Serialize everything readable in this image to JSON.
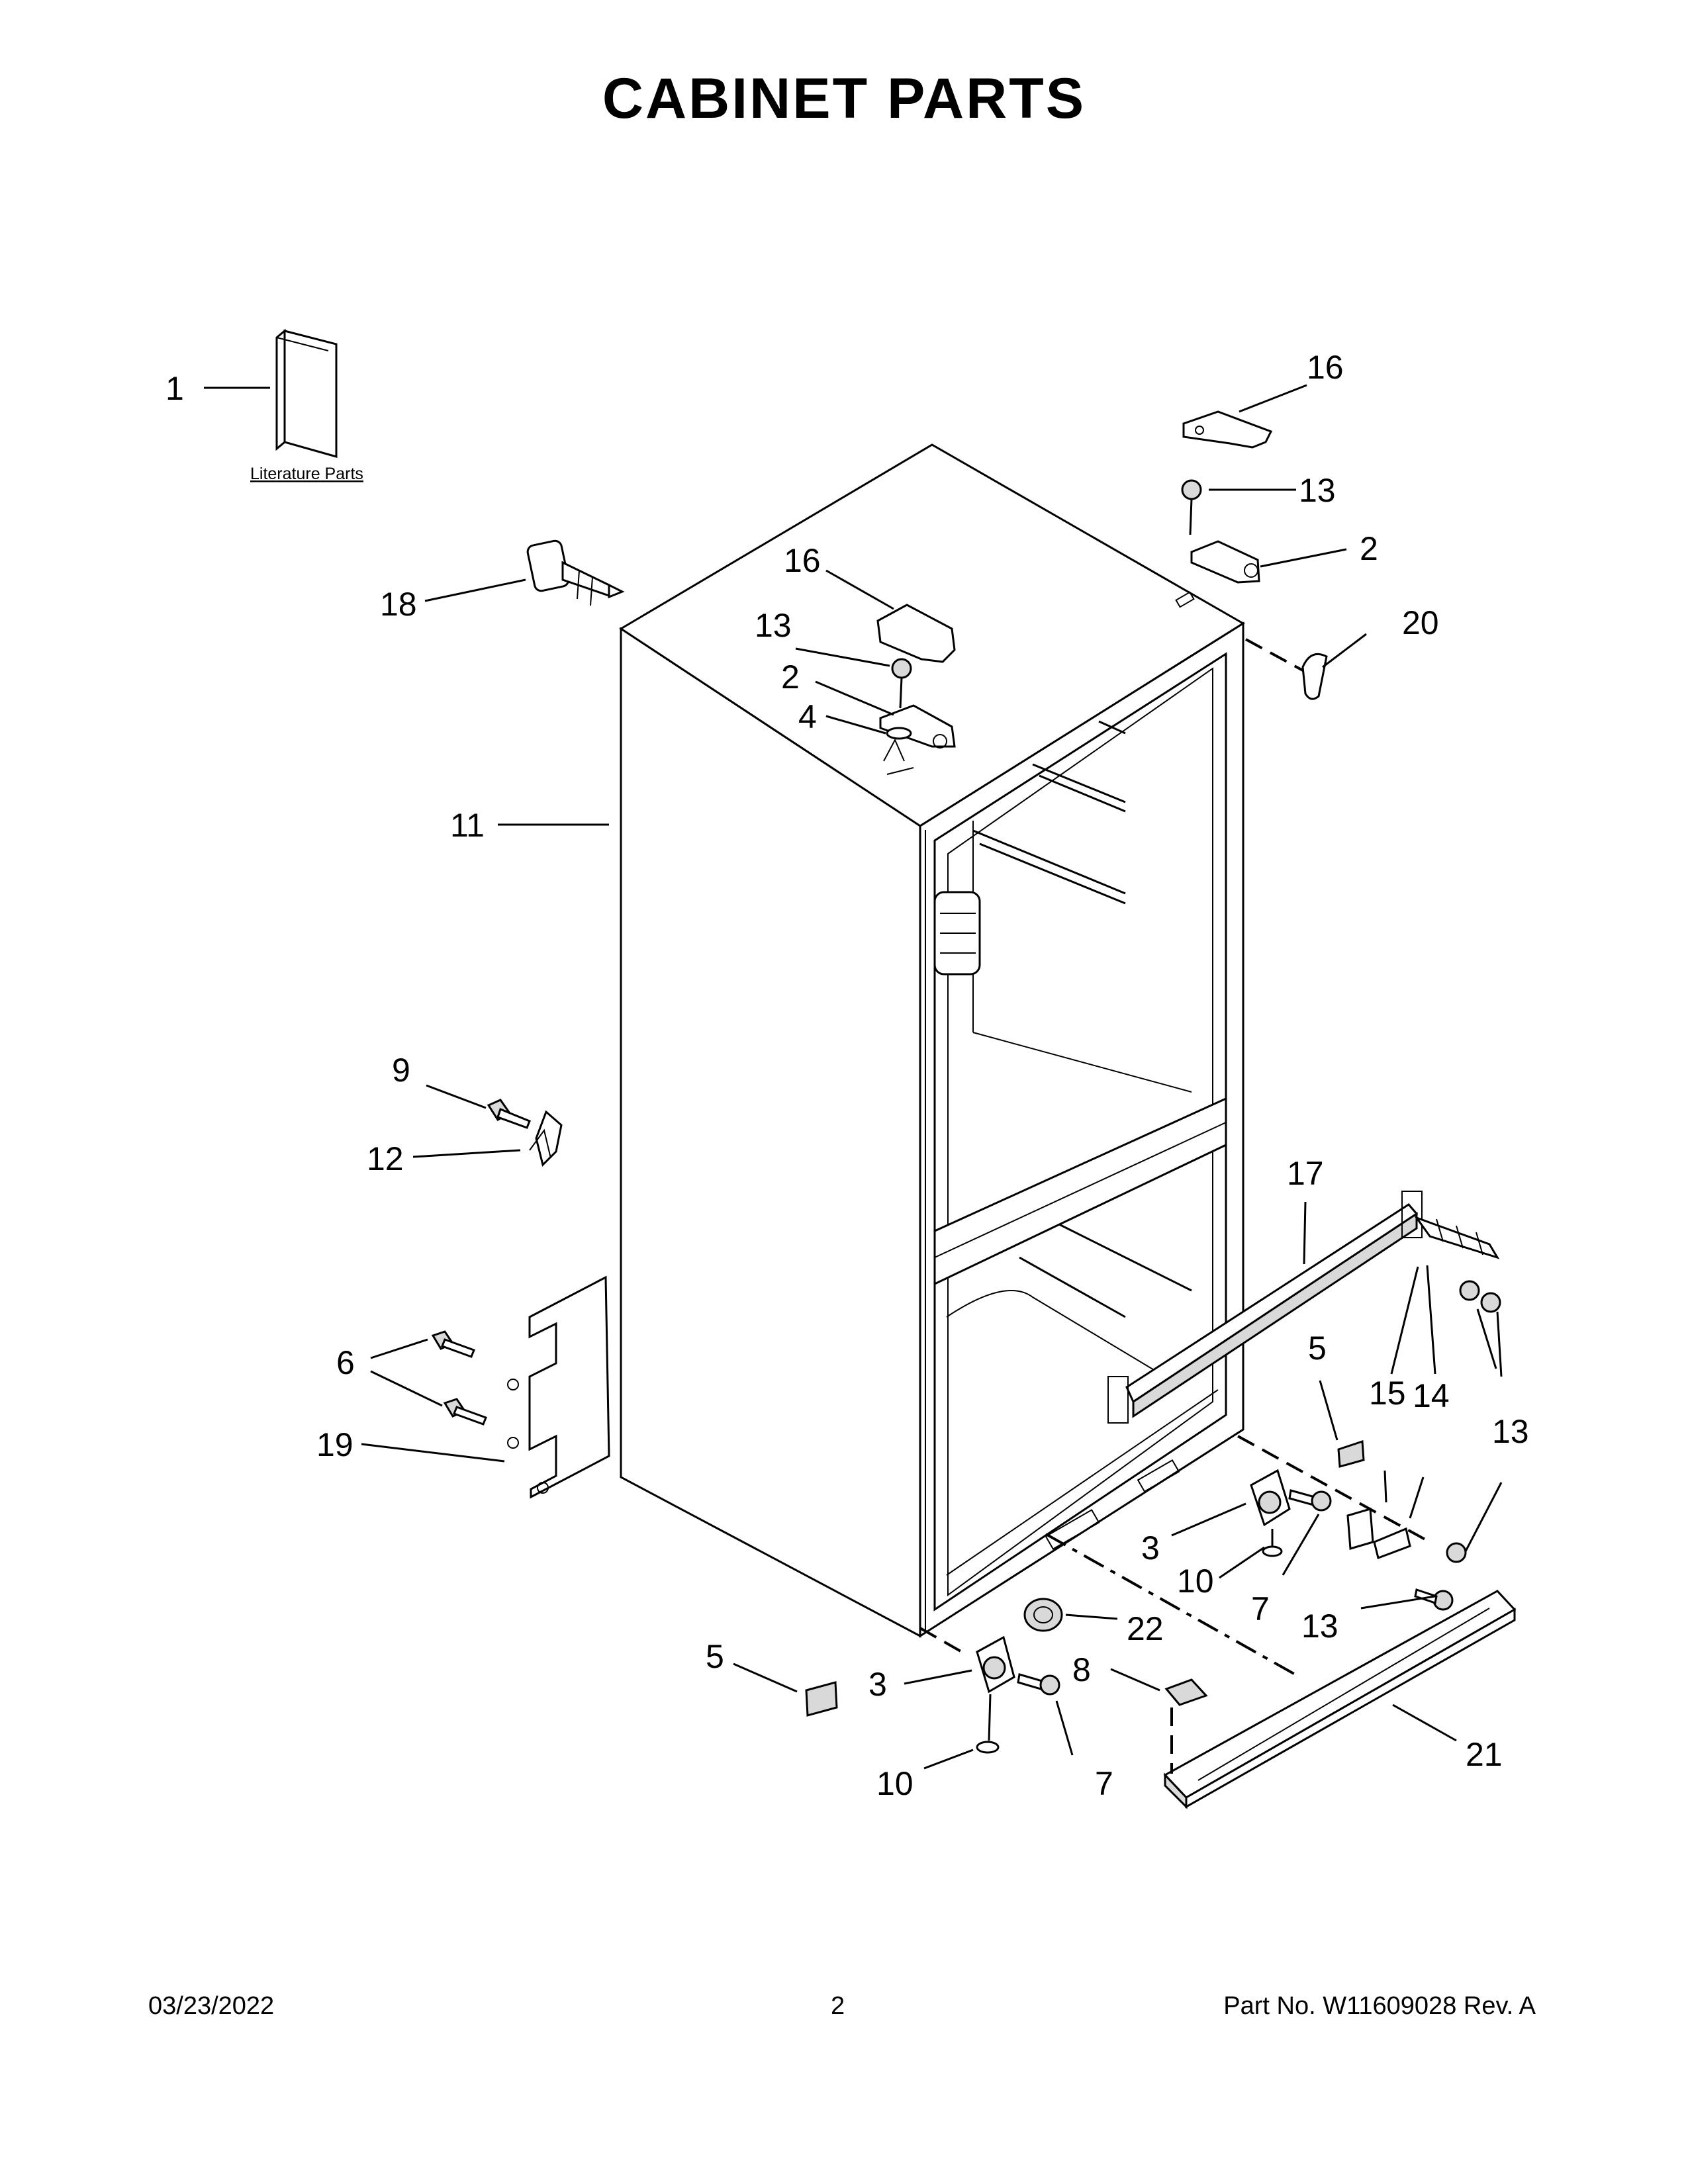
{
  "title": "CABINET PARTS",
  "literature_label": "Literature Parts",
  "callouts": [
    {
      "id": "c1",
      "label": "1"
    },
    {
      "id": "c16a",
      "label": "16"
    },
    {
      "id": "c13a",
      "label": "13"
    },
    {
      "id": "c2a",
      "label": "2"
    },
    {
      "id": "c20",
      "label": "20"
    },
    {
      "id": "c18",
      "label": "18"
    },
    {
      "id": "c16b",
      "label": "16"
    },
    {
      "id": "c13b",
      "label": "13"
    },
    {
      "id": "c2b",
      "label": "2"
    },
    {
      "id": "c4",
      "label": "4"
    },
    {
      "id": "c11",
      "label": "11"
    },
    {
      "id": "c9",
      "label": "9"
    },
    {
      "id": "c12",
      "label": "12"
    },
    {
      "id": "c17",
      "label": "17"
    },
    {
      "id": "c6",
      "label": "6"
    },
    {
      "id": "c19",
      "label": "19"
    },
    {
      "id": "c5a",
      "label": "5"
    },
    {
      "id": "c15",
      "label": "15"
    },
    {
      "id": "c14",
      "label": "14"
    },
    {
      "id": "c13c",
      "label": "13"
    },
    {
      "id": "c3a",
      "label": "3"
    },
    {
      "id": "c10a",
      "label": "10"
    },
    {
      "id": "c7a",
      "label": "7"
    },
    {
      "id": "c13d",
      "label": "13"
    },
    {
      "id": "c22",
      "label": "22"
    },
    {
      "id": "c5b",
      "label": "5"
    },
    {
      "id": "c3b",
      "label": "3"
    },
    {
      "id": "c8",
      "label": "8"
    },
    {
      "id": "c21",
      "label": "21"
    },
    {
      "id": "c10b",
      "label": "10"
    },
    {
      "id": "c7b",
      "label": "7"
    }
  ],
  "footer": {
    "date": "03/23/2022",
    "page": "2",
    "part_no": "Part No.  W11609028  Rev.  A"
  }
}
